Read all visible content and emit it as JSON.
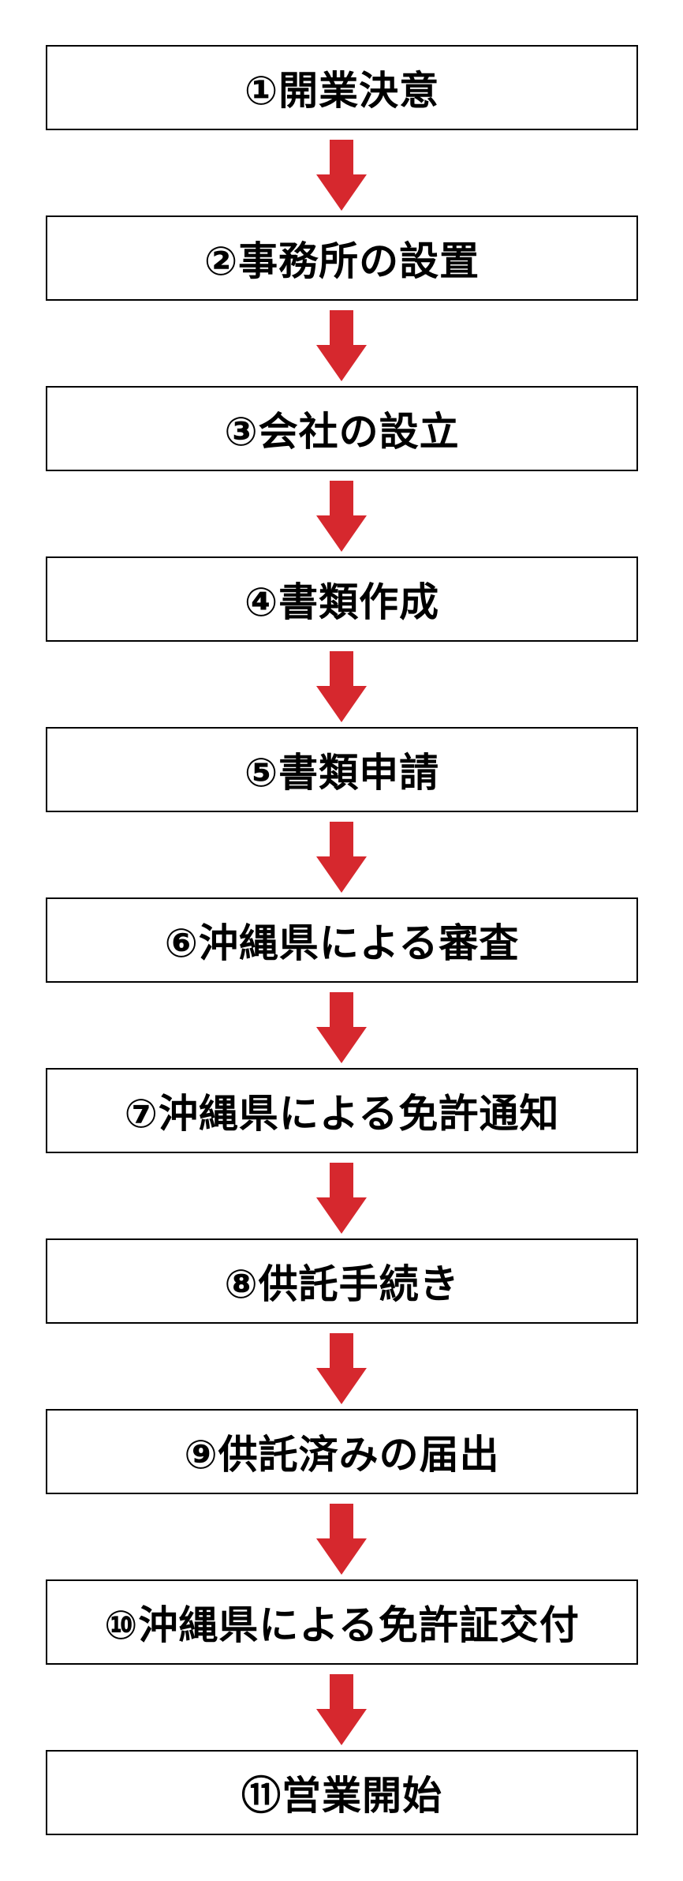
{
  "colors": {
    "arrow": "#d6282e",
    "box_border": "#000000",
    "text": "#000000",
    "background": "#ffffff"
  },
  "arrow_icon": "down-arrow-icon",
  "steps": [
    {
      "label": "①開業決意"
    },
    {
      "label": "②事務所の設置"
    },
    {
      "label": "③会社の設立"
    },
    {
      "label": "④書類作成"
    },
    {
      "label": "⑤書類申請"
    },
    {
      "label": "⑥沖縄県による審査"
    },
    {
      "label": "⑦沖縄県による免許通知"
    },
    {
      "label": "⑧供託手続き"
    },
    {
      "label": "⑨供託済みの届出"
    },
    {
      "label": "⑩沖縄県による免許証交付"
    },
    {
      "label": "⑪営業開始"
    }
  ]
}
